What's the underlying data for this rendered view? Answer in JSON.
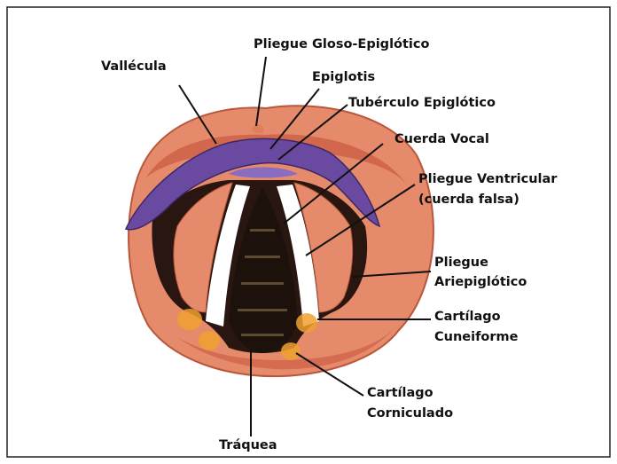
{
  "labels": {
    "vallecula": "Vallécula",
    "pliegue_gloso": "Pliegue Gloso-Epiglótico",
    "epiglotis": "Epiglotis",
    "tuberculo": "Tubérculo Epiglótico",
    "cuerda_vocal": "Cuerda Vocal",
    "pliegue_ventricular_1": "Pliegue Ventricular",
    "pliegue_ventricular_2": "(cuerda falsa)",
    "ariepiglotico_1": "Pliegue",
    "ariepiglotico_2": "Ariepiglótico",
    "cuneiforme_1": "Cartílago",
    "cuneiforme_2": "Cuneiforme",
    "corniculado_1": "Cartílago",
    "corniculado_2": "Corniculado",
    "traquea": "Tráquea"
  },
  "colors": {
    "outer_tissue": "#e58a6b",
    "tissue_shadow": "#c9583f",
    "cavity": "#2a1610",
    "epiglottis": "#6a4aa0",
    "vocal_cord": "#ffffff",
    "cartilage": "#f0a030",
    "leader_line": "#111111"
  }
}
